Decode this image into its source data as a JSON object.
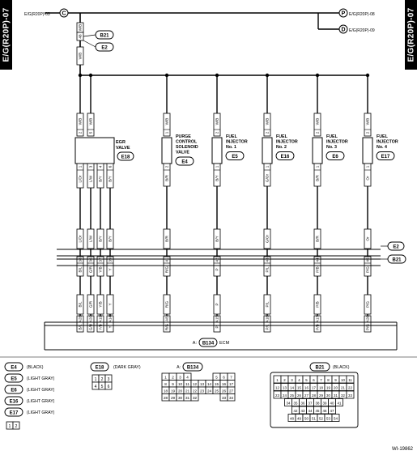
{
  "page": {
    "side_label": "E/G(R20P)-07",
    "figure_id": "WI-19862"
  },
  "supply": {
    "source_ref": "E/G(R20P)-03",
    "source_conn": "C",
    "dest_1_ref": "E/G(R20P)-08",
    "dest_1_conn": "P",
    "dest_2_ref": "E/G(R20P)-09",
    "dest_2_conn": "D"
  },
  "top_branch": {
    "wire_color": "W/B",
    "pin": "48",
    "conn_a": "B21",
    "conn_b": "E2",
    "wire_color_lower": "W/B"
  },
  "egr": {
    "label_1": "EGR",
    "label_2": "VALVE",
    "conn": "E18",
    "top_pins": [
      "2",
      "5"
    ],
    "top_colors": [
      "W/B",
      "W/B"
    ],
    "bottom_pins": [
      "1",
      "3",
      "4",
      "6"
    ],
    "bottom_colors": [
      "L/Or",
      "L/W",
      "B/Y",
      "B/Y"
    ]
  },
  "components": [
    {
      "id": "purge",
      "lines": [
        "PURGE",
        "CONTROL",
        "SOLENOID",
        "VALVE"
      ],
      "conn": "E4",
      "top_pin": "1",
      "top_color": "W/B",
      "bottom_pin": "2",
      "bottom_color": "B/R",
      "mid_pin": "41",
      "mid_color": "R/G",
      "ecm_pin": "A8",
      "ecm_color": "R/G"
    },
    {
      "id": "inj1",
      "lines": [
        "FUEL",
        "INJECTOR",
        "No. 1"
      ],
      "conn": "E5",
      "top_pin": "2",
      "top_color": "W/B",
      "bottom_pin": "1",
      "bottom_color": "B/Y",
      "mid_pin": "42",
      "mid_color": "P",
      "ecm_pin": "A15",
      "ecm_color": "P"
    },
    {
      "id": "inj2",
      "lines": [
        "FUEL",
        "INJECTOR",
        "No. 2"
      ],
      "conn": "E16",
      "top_pin": "2",
      "top_color": "W/B",
      "bottom_pin": "1",
      "bottom_color": "G/Or",
      "mid_pin": "43",
      "mid_color": "P/L",
      "ecm_pin": "A16",
      "ecm_color": "P/L"
    },
    {
      "id": "inj3",
      "lines": [
        "FUEL",
        "INJECTOR",
        "No. 3"
      ],
      "conn": "E6",
      "top_pin": "2",
      "top_color": "W/B",
      "bottom_pin": "1",
      "bottom_color": "B/R",
      "mid_pin": "44",
      "mid_color": "P/B",
      "ecm_pin": "A17",
      "ecm_color": "P/B"
    },
    {
      "id": "inj4",
      "lines": [
        "FUEL",
        "INJECTOR",
        "No. 4"
      ],
      "conn": "E17",
      "top_pin": "2",
      "top_color": "W/B",
      "bottom_pin": "1",
      "bottom_color": "Or",
      "mid_pin": "45",
      "mid_color": "P/G",
      "ecm_pin": "A26",
      "ecm_color": "P/G"
    }
  ],
  "egr_lower": {
    "from_colors": [
      "L/Or",
      "L/W",
      "B/Y",
      "B/Y"
    ],
    "mid_pins": [
      "38",
      "36",
      "37",
      "39"
    ],
    "mid_colors": [
      "B/L",
      "G/R",
      "Y/B",
      "Y"
    ],
    "ecm_pins": [
      "A28",
      "A20",
      "A19",
      "A14"
    ],
    "ecm_colors": [
      "B/L",
      "G/R",
      "Y/B",
      "Y"
    ]
  },
  "harness_conns": [
    "E2",
    "B21"
  ],
  "ecm": {
    "prefix": "A:",
    "conn": "B134",
    "label": "ECM"
  },
  "legend": {
    "left": [
      {
        "conn": "E4",
        "color": "(BLACK)"
      },
      {
        "conn": "E5",
        "color": "(LIGHT GRAY)"
      },
      {
        "conn": "E6",
        "color": "(LIGHT GRAY)"
      },
      {
        "conn": "E16",
        "color": "(LIGHT GRAY)"
      },
      {
        "conn": "E17",
        "color": "(LIGHT GRAY)"
      }
    ],
    "left_pins": [
      "1",
      "2"
    ],
    "e18": {
      "conn": "E18",
      "color": "(DARK GRAY)",
      "pins": [
        "1",
        "2",
        "3",
        "4",
        "5",
        "6"
      ]
    },
    "b134": {
      "prefix": "A:",
      "conn": "B134",
      "rows": [
        [
          "1",
          "2",
          "3",
          "4",
          "5",
          "6",
          "7"
        ],
        [
          "8",
          "9",
          "10",
          "11",
          "12",
          "13",
          "14",
          "15",
          "16",
          "17"
        ],
        [
          "18",
          "19",
          "20",
          "21",
          "22",
          "23",
          "24",
          "25",
          "26",
          "27"
        ],
        [
          "28",
          "29",
          "30",
          "31",
          "32",
          "33",
          "34"
        ]
      ]
    },
    "b21": {
      "conn": "B21",
      "color": "(BLACK)",
      "rows": [
        [
          "1",
          "2",
          "3",
          "4",
          "5",
          "6",
          "7",
          "8",
          "9",
          "10",
          "11"
        ],
        [
          "12",
          "13",
          "14",
          "15",
          "16",
          "17",
          "18",
          "19",
          "20",
          "21",
          "22"
        ],
        [
          "23",
          "24",
          "25",
          "26",
          "27",
          "28",
          "29",
          "30",
          "31",
          "32",
          "33"
        ],
        [
          "34",
          "35",
          "36",
          "37",
          "38",
          "39",
          "40",
          "41"
        ],
        [
          "42",
          "43",
          "44",
          "45",
          "46",
          "47"
        ],
        [
          "48",
          "49",
          "50",
          "51",
          "52",
          "53",
          "54"
        ]
      ]
    }
  }
}
